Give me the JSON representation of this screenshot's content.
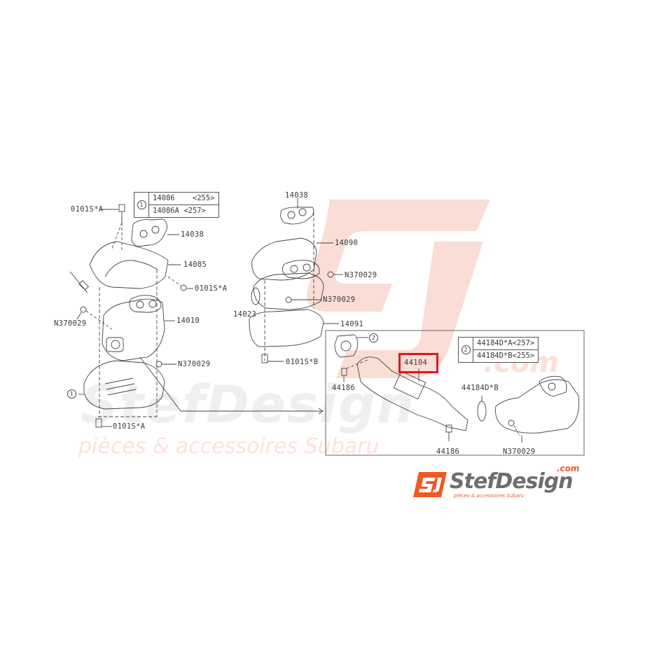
{
  "diagram": {
    "title": "Subaru exhaust manifold / front pipe parts diagram",
    "highlighted_part": "44104",
    "highlight_color": "#e0141e"
  },
  "watermark": {
    "brand": "StefDesign",
    "domain_suffix": ".com",
    "tagline": "pièces & accessoires Subaru",
    "color": "#f4c9bd"
  },
  "logo": {
    "brand": "StefDesign",
    "domain_suffix": ".com",
    "tagline": "pièces & accessoires Subaru",
    "badge_letters": "SJ",
    "badge_color": "#f05a22",
    "accent_color": "#f05a22",
    "text_color": "#6e6e6e"
  },
  "ref_tables": [
    {
      "ref": "1",
      "rows": [
        {
          "part": "14086",
          "variant": "<255>"
        },
        {
          "part": "14086A",
          "variant": "<257>"
        }
      ]
    },
    {
      "ref": "2",
      "rows": [
        {
          "part": "44184D*A",
          "variant": "<257>"
        },
        {
          "part": "44184D*B",
          "variant": "<255>"
        }
      ]
    }
  ],
  "labels": {
    "left_bolt_top": "0101S*A",
    "left_gasket": "14038",
    "left_cover_upper": "14085",
    "left_bolt_right": "0101S*A",
    "left_nut_left": "N370029",
    "left_manifold": "14010",
    "left_nut_lower": "N370029",
    "left_cover_lower_ref": "1",
    "left_bolt_bottom": "0101S*A",
    "mid_gasket": "14038",
    "mid_cover_upper": "14090",
    "mid_nut_upper": "N370029",
    "mid_nut_lower": "N370029",
    "mid_manifold": "14023",
    "mid_cover_lower": "14091",
    "mid_bolt_bottom": "0101S*B",
    "inset_gasket_ref": "2",
    "inset_front_pipe": "44104",
    "inset_stud_left": "44186",
    "inset_gasket": "44184D*B",
    "inset_stud_bottom": "44186",
    "inset_nut": "N370029"
  }
}
